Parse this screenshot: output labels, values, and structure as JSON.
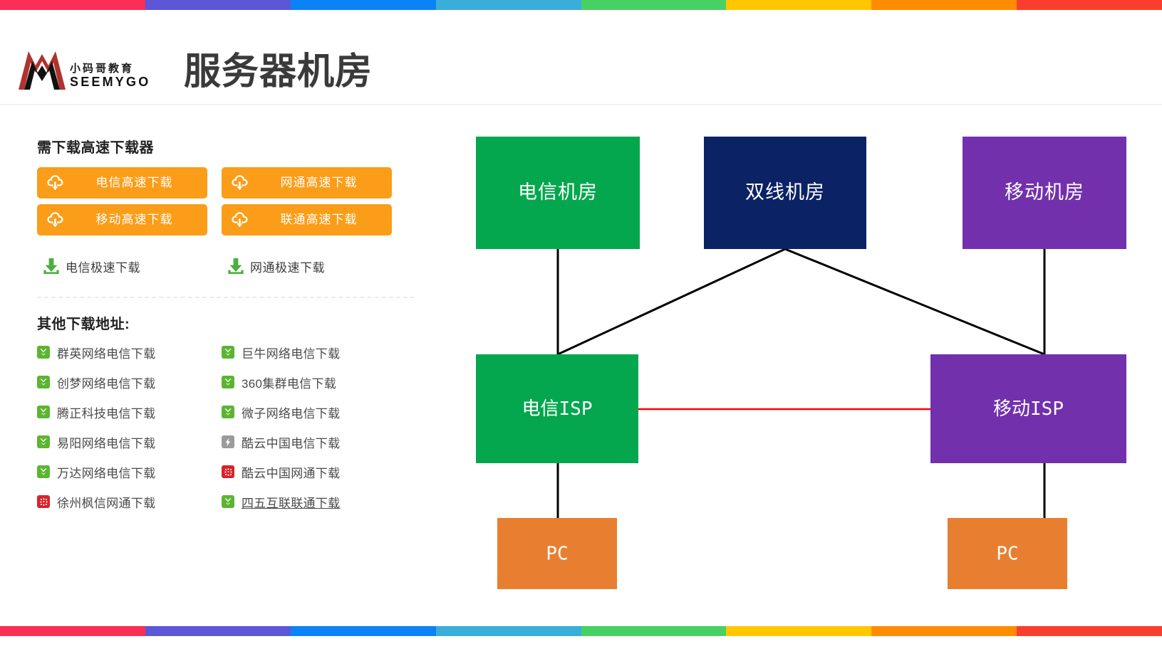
{
  "colorbar": {
    "colors": [
      "#fb2e55",
      "#5b57d6",
      "#0b82f5",
      "#3aaedb",
      "#47d164",
      "#ffc700",
      "#ff8c00",
      "#f93e2e"
    ]
  },
  "header": {
    "logo": {
      "name": "seemygo-logo",
      "cn": "小码哥教育",
      "en": "SEEMYGO"
    },
    "title": "服务器机房"
  },
  "left_panel": {
    "fast_downloader_title": "需下载高速下载器",
    "fast_downloader_buttons": [
      {
        "label": "电信高速下载",
        "icon": "cloud-download-icon"
      },
      {
        "label": "网通高速下载",
        "icon": "cloud-download-icon"
      },
      {
        "label": "移动高速下载",
        "icon": "cloud-download-icon"
      },
      {
        "label": "联通高速下载",
        "icon": "cloud-download-icon"
      }
    ],
    "button_color": "#fb9d18",
    "express_links": [
      {
        "label": "电信极速下载",
        "icon": "download-tray-icon"
      },
      {
        "label": "网通极速下载",
        "icon": "download-tray-icon"
      }
    ],
    "other_title": "其他下载地址:",
    "other_links": [
      {
        "label": "群英网络电信下载",
        "badge": "green",
        "underline": false
      },
      {
        "label": "巨牛网络电信下载",
        "badge": "green",
        "underline": false
      },
      {
        "label": "创梦网络电信下载",
        "badge": "green",
        "underline": false
      },
      {
        "label": "360集群电信下载",
        "badge": "green",
        "underline": false
      },
      {
        "label": "腾正科技电信下载",
        "badge": "green",
        "underline": false
      },
      {
        "label": "微子网络电信下载",
        "badge": "green",
        "underline": false
      },
      {
        "label": "易阳网络电信下载",
        "badge": "green",
        "underline": false
      },
      {
        "label": "酷云中国电信下载",
        "badge": "gray",
        "underline": false
      },
      {
        "label": "万达网络电信下载",
        "badge": "green",
        "underline": false
      },
      {
        "label": "酷云中国网通下载",
        "badge": "red",
        "underline": false
      },
      {
        "label": "徐州枫信网通下载",
        "badge": "red",
        "underline": false
      },
      {
        "label": "四五互联联通下载",
        "badge": "green",
        "underline": true
      }
    ]
  },
  "diagram": {
    "nodes": [
      {
        "id": "telecom-idc",
        "label": "电信机房",
        "color": "#05a74e",
        "font": "cn"
      },
      {
        "id": "dual-line-idc",
        "label": "双线机房",
        "color": "#0b2265",
        "font": "cn"
      },
      {
        "id": "mobile-idc",
        "label": "移动机房",
        "color": "#7230ad",
        "font": "cn"
      },
      {
        "id": "telecom-isp",
        "label": "电信ISP",
        "color": "#05a74e",
        "font": "mono"
      },
      {
        "id": "mobile-isp",
        "label": "移动ISP",
        "color": "#7230ad",
        "font": "mono"
      },
      {
        "id": "pc-left",
        "label": "PC",
        "color": "#e87f30",
        "font": "mono"
      },
      {
        "id": "pc-right",
        "label": "PC",
        "color": "#e87f30",
        "font": "mono"
      }
    ],
    "link_colors": {
      "normal": "#000000",
      "highlight": "#ff0000"
    },
    "links": [
      {
        "from": "telecom-idc",
        "to": "telecom-isp",
        "color": "normal"
      },
      {
        "from": "dual-line-idc",
        "to": "telecom-isp",
        "color": "normal"
      },
      {
        "from": "dual-line-idc",
        "to": "mobile-isp",
        "color": "normal"
      },
      {
        "from": "mobile-idc",
        "to": "mobile-isp",
        "color": "normal"
      },
      {
        "from": "telecom-isp",
        "to": "mobile-isp",
        "color": "highlight"
      },
      {
        "from": "telecom-isp",
        "to": "pc-left",
        "color": "normal"
      },
      {
        "from": "mobile-isp",
        "to": "pc-right",
        "color": "normal"
      }
    ]
  }
}
